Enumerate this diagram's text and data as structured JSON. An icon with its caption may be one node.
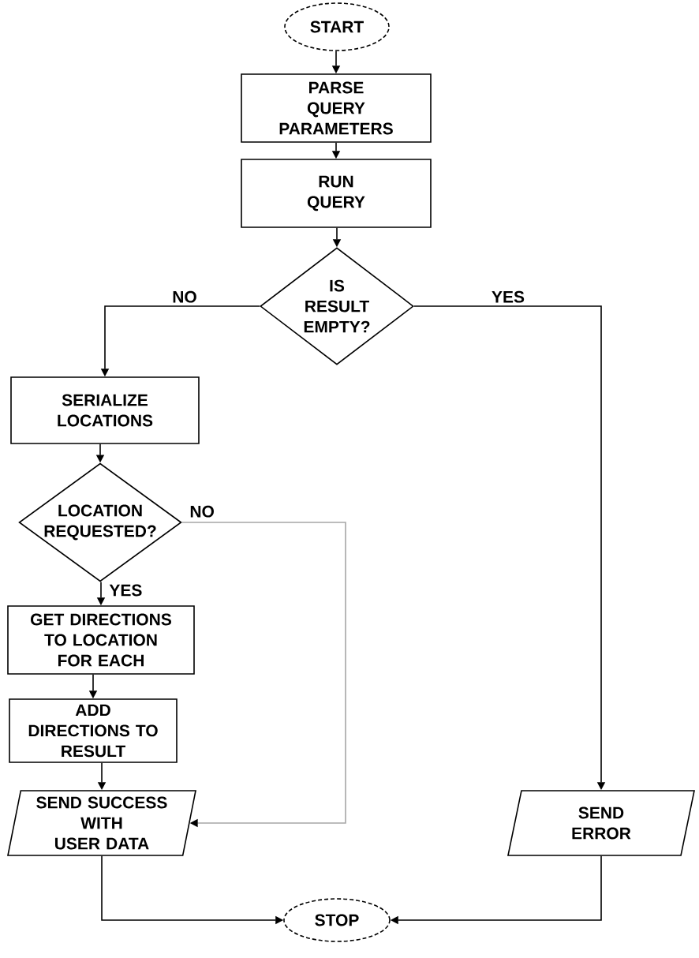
{
  "diagram": {
    "nodes": [
      {
        "text": [
          "START"
        ]
      },
      {
        "text": [
          "PARSE QUERY PARAMETERS"
        ]
      },
      {
        "text": [
          "RUN QUERY"
        ]
      },
      {
        "text": [
          "IS RESULT EMPTY?"
        ]
      },
      {
        "text": [
          "SERIALIZE LOCATIONS"
        ]
      },
      {
        "text": [
          "LOCATION REQUESTED?"
        ]
      },
      {
        "text": [
          "GET DIRECTIONS TO LOCATION FOR EACH"
        ]
      },
      {
        "text": [
          "ADD DIRECTIONS TO RESULT"
        ]
      },
      {
        "text": [
          "SEND SUCCESS WITH USER DATA"
        ]
      },
      {
        "text": [
          "SEND ERROR"
        ]
      },
      {
        "text": [
          "STOP"
        ]
      }
    ],
    "edges": [
      {
        "from": 0,
        "to": 1,
        "arrow": "to"
      },
      {
        "from": 1,
        "to": 2,
        "arrow": "to"
      },
      {
        "from": 2,
        "to": 3,
        "arrow": "to"
      },
      {
        "from": 3,
        "to": 4,
        "arrow": "to",
        "label": "NO"
      },
      {
        "from": 3,
        "to": 9,
        "arrow": "to",
        "label": "YES"
      },
      {
        "from": 4,
        "to": 5,
        "arrow": "to"
      },
      {
        "from": 5,
        "to": 6,
        "arrow": "to",
        "label": "YES"
      },
      {
        "from": 6,
        "to": 7,
        "arrow": "to"
      },
      {
        "from": 7,
        "to": 8,
        "arrow": "to"
      },
      {
        "from": 5,
        "to": 8,
        "arrow": "to",
        "label": "NO",
        "color": "#a6a6a6"
      },
      {
        "from": 8,
        "to": 10,
        "arrow": "to"
      },
      {
        "from": 9,
        "to": 10,
        "arrow": "to"
      }
    ]
  }
}
